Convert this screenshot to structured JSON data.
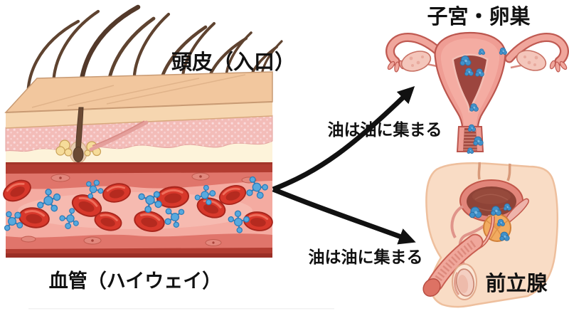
{
  "labels": {
    "scalp": "頭皮（入口）",
    "blood_vessel": "血管（ハイウェイ）",
    "uterus_ovary": "子宮・卵巣",
    "prostate": "前立腺",
    "arrow_to_uterus": "油は油に集まる",
    "arrow_to_prostate": "油は油に集まる"
  },
  "colors": {
    "text": "#111111",
    "arrow": "#111111",
    "skin_surface": "#f2c79e",
    "epidermis": "#f6d6b0",
    "dermis": "#f3bcb8",
    "hypodermis": "#fdf3da",
    "hair": "#5f4330",
    "vessel_wall_outer": "#b23c31",
    "vessel_wall_inner": "#e0756b",
    "vessel_lumen": "#f4aba1",
    "red_blood_cell": "#d8382b",
    "oil_molecule": "#58a9de",
    "uterus": "#ef9d94",
    "uterus_cavity": "#9c453e",
    "deposit_blue": "#4191c9",
    "bladder": "#8e4337",
    "prostate_gland": "#f2ab60",
    "body_skin": "#f9dcc5"
  }
}
